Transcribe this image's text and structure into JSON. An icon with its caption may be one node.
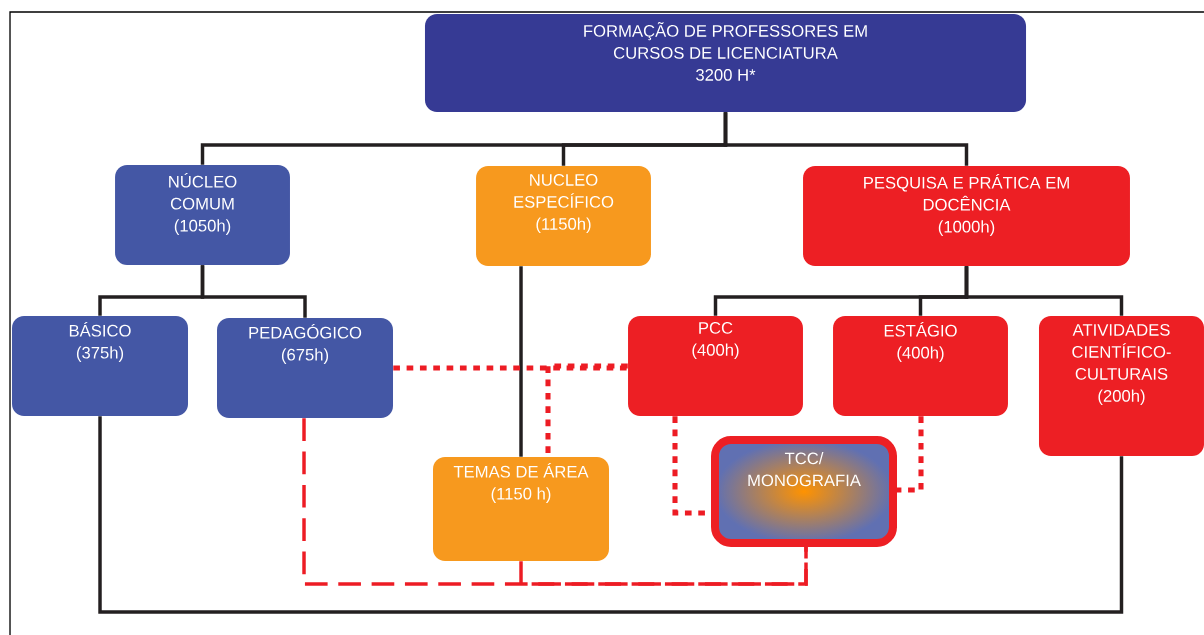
{
  "diagram": {
    "nodes": [
      {
        "text": [
          "FORMAÇÃO DE PROFESSORES EM CURSOS DE LICENCIATURA",
          "3200 H*"
        ]
      },
      {
        "text": [
          "NÚCLEO COMUM",
          "(1050h)"
        ]
      },
      {
        "text": [
          "NUCLEO ESPECÍFICO",
          "(1150h)"
        ]
      },
      {
        "text": [
          "PESQUISA E PRÁTICA EM DOCÊNCIA",
          "(1000h)"
        ]
      },
      {
        "text": [
          "BÁSICO",
          "(375h)"
        ]
      },
      {
        "text": [
          "PEDAGÓGICO",
          "(675h)"
        ]
      },
      {
        "text": [
          "PCC",
          "(400h)"
        ]
      },
      {
        "text": [
          "ESTÁGIO",
          "(400h)"
        ]
      },
      {
        "text": [
          "ATIVIDADES CIENTÍFICO-CULTURAIS",
          "(200h)"
        ]
      },
      {
        "text": [
          "TEMAS DE ÁREA",
          "(1150 h)"
        ]
      },
      {
        "text": [
          "TCC/ MONOGRAFIA"
        ]
      }
    ],
    "edges": [
      {
        "from": 0,
        "to": 1,
        "arrow": "none"
      },
      {
        "from": 0,
        "to": 2,
        "arrow": "none"
      },
      {
        "from": 0,
        "to": 3,
        "arrow": "none"
      },
      {
        "from": 1,
        "to": 4,
        "arrow": "none"
      },
      {
        "from": 1,
        "to": 5,
        "arrow": "none"
      },
      {
        "from": 3,
        "to": 6,
        "arrow": "none"
      },
      {
        "from": 3,
        "to": 7,
        "arrow": "none"
      },
      {
        "from": 3,
        "to": 8,
        "arrow": "none"
      },
      {
        "from": 2,
        "to": 9,
        "arrow": "none"
      },
      {
        "from": 4,
        "to": 8,
        "arrow": "none"
      },
      {
        "from": 5,
        "to": 6,
        "arrow": "none",
        "style": "dashed",
        "color": "#ed1c24"
      },
      {
        "from": 6,
        "to": 9,
        "arrow": "none",
        "style": "dashed",
        "color": "#ed1c24"
      },
      {
        "from": 6,
        "to": 10,
        "arrow": "none",
        "style": "dashed",
        "color": "#ed1c24"
      },
      {
        "from": 7,
        "to": 10,
        "arrow": "none",
        "style": "dashed",
        "color": "#ed1c24"
      },
      {
        "from": 5,
        "to": 10,
        "arrow": "none",
        "style": "dashed",
        "color": "#ed1c24"
      },
      {
        "from": 9,
        "to": 10,
        "arrow": "none",
        "style": "dashed",
        "color": "#ed1c24"
      }
    ]
  }
}
